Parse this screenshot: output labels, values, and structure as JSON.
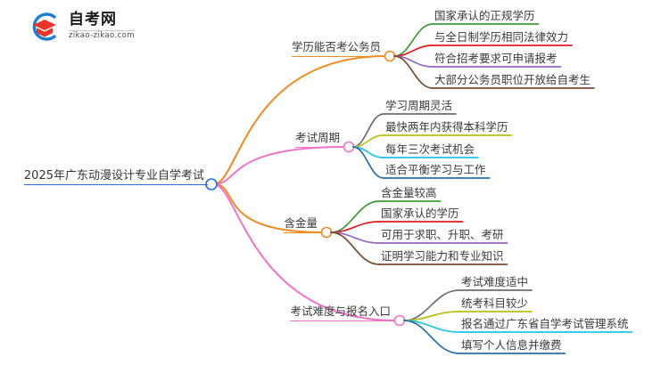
{
  "logo": {
    "name_cn": "自考网",
    "name_en": "zikao-zikao.com",
    "icon": "graduation-cap-logo",
    "colors": {
      "ring": "#1a7fd4",
      "cap": "#e8342c"
    }
  },
  "mindmap": {
    "type": "mindmap",
    "root": {
      "label": "2025年广东动漫设计专业自学考试",
      "node_color": "#1f6fd0",
      "underline_color": "#2a6fc9"
    },
    "branches": [
      {
        "label": "学历能否考公务员",
        "color": "#f08a24",
        "node_color": "#f08a24",
        "children": [
          {
            "label": "国家承认的正规学历",
            "color": "#3f9b35"
          },
          {
            "label": "与全日制学历相同法律效力",
            "color": "#e01b1b"
          },
          {
            "label": "符合招考要求可申请报考",
            "color": "#9468c4"
          },
          {
            "label": "大部分公务员职位开放给自考生",
            "color": "#7a4a30"
          }
        ]
      },
      {
        "label": "考试周期",
        "color": "#ef74c8",
        "node_color": "#ef74c8",
        "children": [
          {
            "label": "学习周期灵活",
            "color": "#6e6e6e"
          },
          {
            "label": "最快两年内获得本科学历",
            "color": "#bdbd16"
          },
          {
            "label": "每年三次考试机会",
            "color": "#1fc5e8"
          },
          {
            "label": "适合平衡学习与工作",
            "color": "#2a6fa8"
          }
        ]
      },
      {
        "label": "含金量",
        "color": "#f08a24",
        "node_color": "#f08a24",
        "children": [
          {
            "label": "含金量较高",
            "color": "#3f9b35"
          },
          {
            "label": "国家承认的学历",
            "color": "#e01b1b"
          },
          {
            "label": "可用于求职、升职、考研",
            "color": "#9468c4"
          },
          {
            "label": "证明学习能力和专业知识",
            "color": "#7a4a30"
          }
        ]
      },
      {
        "label": "考试难度与报名入口",
        "color": "#ef74c8",
        "node_color": "#ef74c8",
        "children": [
          {
            "label": "考试难度适中",
            "color": "#6e6e6e"
          },
          {
            "label": "统考科目较少",
            "color": "#bdbd16"
          },
          {
            "label": "报名通过广东省自学考试管理系统",
            "color": "#1fc5e8"
          },
          {
            "label": "填写个人信息并缴费",
            "color": "#2a6fa8"
          }
        ]
      }
    ]
  }
}
